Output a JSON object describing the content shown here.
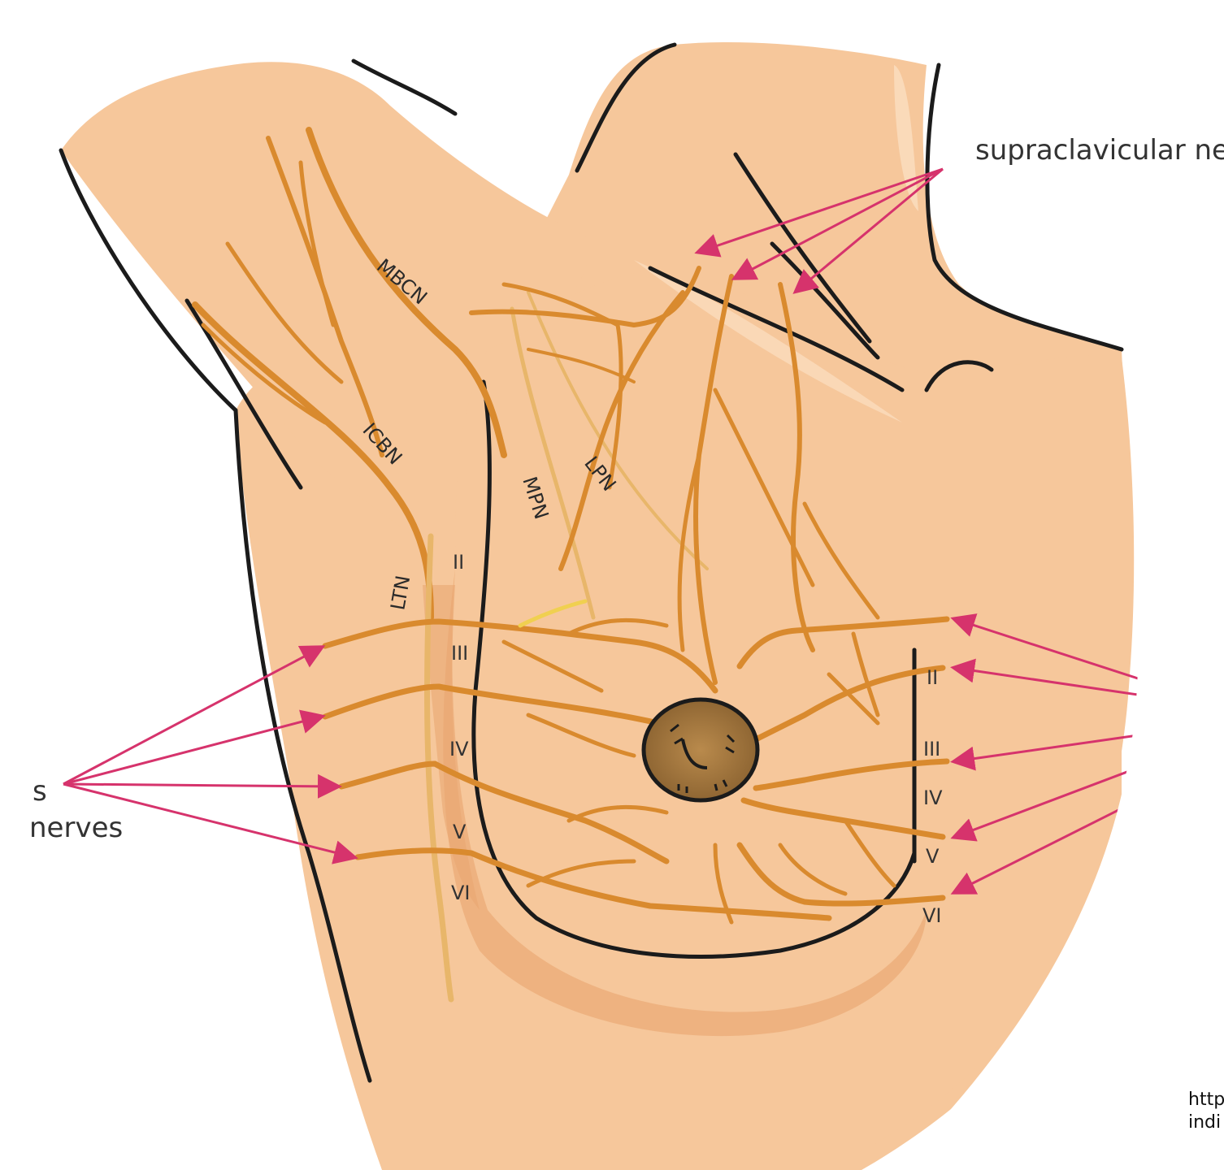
{
  "colors": {
    "skin": "#f6c79b",
    "skin_shadow": "#e9a772",
    "skin_highlight": "#fbdcbd",
    "outline": "#1b1b1b",
    "nerve": "#d98a2e",
    "nerve_light": "#e8b66a",
    "pointer": "#d6336c",
    "areola": "#a8793f",
    "areola_dark": "#6b4a22"
  },
  "labels": {
    "supraclavicular": "supraclavicular ne",
    "left_callout_top": "s",
    "left_callout_bottom": "nerves",
    "MBCN": "MBCN",
    "ICBN": "ICBN",
    "LTN": "LTN",
    "MPN": "MPN",
    "LPN": "LPN",
    "source_line1": "http",
    "source_line2": "indi"
  },
  "intercostal_left": [
    "II",
    "III",
    "IV",
    "V",
    "VI"
  ],
  "intercostal_right": [
    "II",
    "III",
    "IV",
    "V",
    "VI"
  ]
}
